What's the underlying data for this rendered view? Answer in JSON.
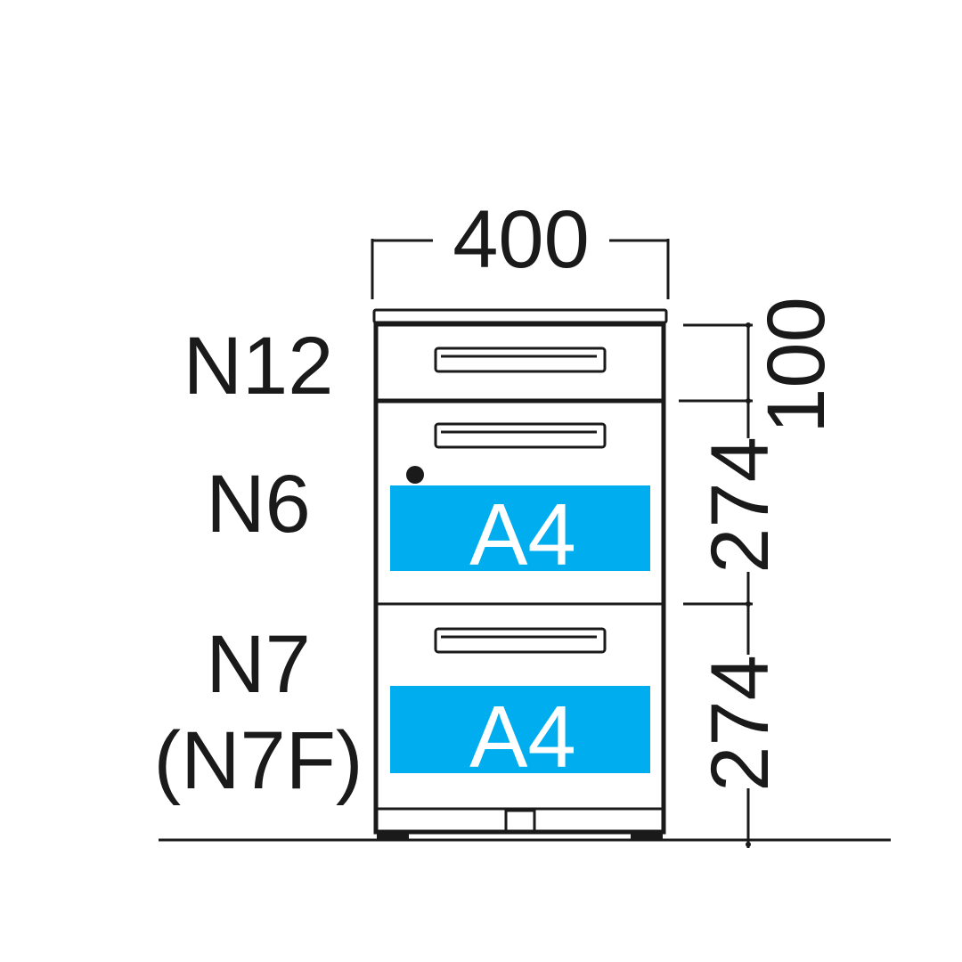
{
  "dimensions": {
    "width": "400",
    "top_drawer_height": "100",
    "middle_drawer_height": "274",
    "bottom_drawer_height": "274"
  },
  "drawers": [
    {
      "label": "N12"
    },
    {
      "label": "N6",
      "paper_size": "A4"
    },
    {
      "label": "N7",
      "alt_label": "(N7F)",
      "paper_size": "A4"
    }
  ],
  "colors": {
    "paper_band": "#00AEEF",
    "line": "#1a1a1a"
  }
}
